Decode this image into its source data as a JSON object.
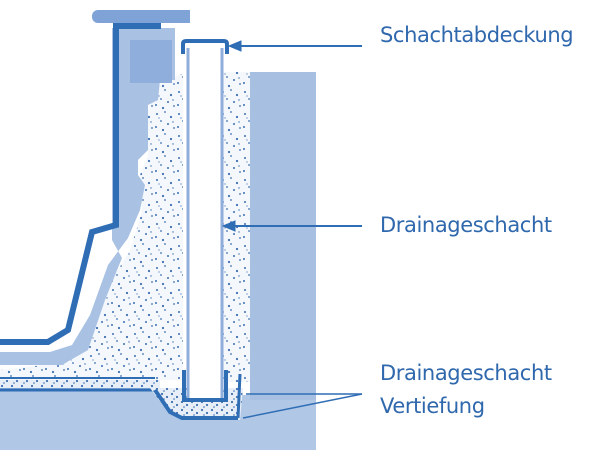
{
  "diagram": {
    "title": "Drainageschacht cross-section",
    "colors": {
      "dark_blue": "#2f6db5",
      "mid_blue": "#8fb0dc",
      "light_blue": "#a9c2e3",
      "pale_blue": "#b6cbe7",
      "gravel_dot": "#3d6fb0",
      "text": "#2f68ad",
      "background": "#ffffff"
    },
    "labels": [
      {
        "id": "schachtabdeckung",
        "text": "Schachtabdeckung"
      },
      {
        "id": "drainageschacht",
        "text": "Drainageschacht"
      },
      {
        "id": "vertiefung_line1",
        "text": "Drainageschacht"
      },
      {
        "id": "vertiefung_line2",
        "text": "Vertiefung"
      }
    ]
  }
}
